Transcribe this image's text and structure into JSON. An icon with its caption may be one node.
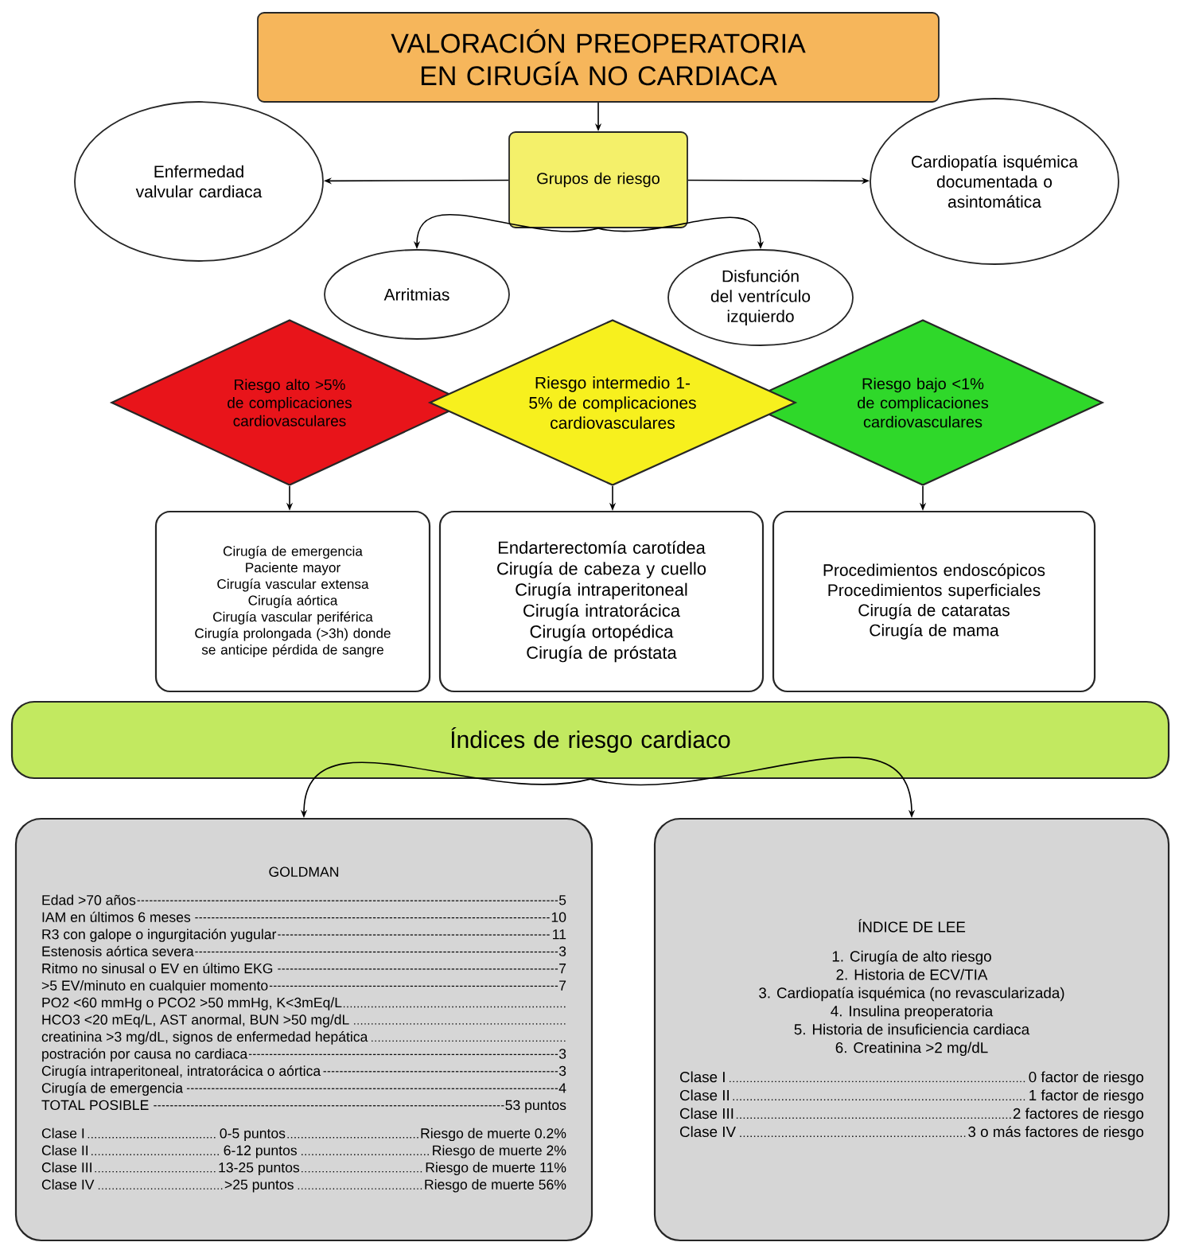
{
  "diagram": {
    "nodes": [
      {
        "text": [
          "VALORACIÓN PREOPERATORIA EN CIRUGÍA NO CARDIACA"
        ]
      },
      {
        "text": [
          "Enfermedad valvular cardiaca"
        ]
      },
      {
        "text": [
          "Grupos de riesgo"
        ]
      },
      {
        "text": [
          "Cardiopatía isquémica documentada o asintomática"
        ]
      },
      {
        "text": [
          "Arritmias"
        ]
      },
      {
        "text": [
          "Disfunción del ventrículo izquierdo"
        ]
      },
      {
        "text": [
          "Riesgo alto >5% de complicaciones cardiovasculares"
        ]
      },
      {
        "text": [
          "Riesgo intermedio 1-5% de complicaciones cardiovasculares"
        ]
      },
      {
        "text": [
          "Riesgo bajo <1% de complicaciones cardiovasculares"
        ]
      },
      {
        "text": [
          "Cirugía de emergencia",
          "Paciente mayor",
          "Cirugía vascular extensa",
          "Cirugía aórtica",
          "Cirugía vascular periférica",
          "Cirugía prolongada (>3h) donde se anticipe pérdida de sangre"
        ]
      },
      {
        "text": [
          "Endarterectomía carotídea",
          "Cirugía de cabeza y cuello",
          "Cirugía intraperitoneal",
          "Cirugía intratorácica",
          "Cirugía ortopédica",
          "Cirugía de próstata"
        ]
      },
      {
        "text": [
          "Procedimientos endoscópicos",
          "Procedimientos superficiales",
          "Cirugía de cataratas",
          "Cirugía de mama"
        ]
      },
      {
        "text": [
          "Índices de riesgo cardiaco"
        ]
      },
      {
        "text": [
          "GOLDMAN",
          "Edad >70 años",
          "5",
          "IAM en últimos 6 meses",
          "10",
          "R3 con galope o ingurgitación yugular",
          "11",
          "Estenosis aórtica severa",
          "3",
          "Ritmo no sinusal o EV en último EKG",
          "7",
          ">5 EV/minuto en cualquier momento",
          "7",
          "PO2 <60 mmHg o PCO2 >50 mmHg, K<3mEq/L",
          "HCO3 <20 mEq/L, AST anormal, BUN >50 mg/dL",
          "creatinina >3 mg/dL, signos de enfermedad hepática",
          "postración por causa no cardiaca",
          "3",
          "Cirugía intraperitoneal, intratorácica o aórtica",
          "3",
          "Cirugía de emergencia",
          "4",
          "TOTAL POSIBLE",
          "53 puntos",
          "Clase I",
          "0-5 puntos",
          "Riesgo de muerte 0.2%",
          "Clase II",
          "6-12 puntos",
          "Riesgo de muerte 2%",
          "Clase III",
          "13-25 puntos",
          "Riesgo de muerte 11%",
          "Clase IV",
          ">25 puntos",
          "Riesgo de muerte 56%"
        ]
      },
      {
        "text": [
          "ÍNDICE DE LEE",
          "1. Cirugía de alto riesgo",
          "2. Historia de ECV/TIA",
          "3. Cardiopatía isquémica (no revascularizada)",
          "4. Insulina preoperatoria",
          "5. Historia de insuficiencia cardiaca",
          "6. Creatinina >2 mg/dL",
          "Clase I",
          "0 factor de riesgo",
          "Clase II",
          "1 factor de riesgo",
          "Clase III",
          "2 factores de riesgo",
          "Clase IV",
          "3 o más factores de riesgo"
        ]
      }
    ],
    "edges": [
      {
        "from": 0,
        "to": 2,
        "arrow": "to"
      },
      {
        "from": 2,
        "to": 1,
        "arrow": "to"
      },
      {
        "from": 2,
        "to": 3,
        "arrow": "to"
      },
      {
        "from": 2,
        "to": 4,
        "arrow": "to"
      },
      {
        "from": 2,
        "to": 5,
        "arrow": "to"
      },
      {
        "from": 6,
        "to": 9,
        "arrow": "to"
      },
      {
        "from": 7,
        "to": 10,
        "arrow": "to"
      },
      {
        "from": 8,
        "to": 11,
        "arrow": "to"
      },
      {
        "from": 12,
        "to": 13,
        "arrow": "to"
      },
      {
        "from": 12,
        "to": 14,
        "arrow": "to"
      }
    ]
  }
}
